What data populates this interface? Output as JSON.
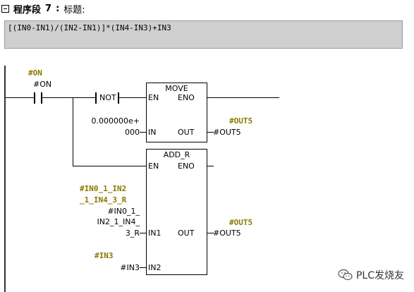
{
  "header": {
    "label": "程序段",
    "number": "7",
    "colon": ":",
    "title": "标题:"
  },
  "comment": {
    "text": "[(IN0-IN1)/(IN2-IN1)]*(IN4-IN3)+IN3"
  },
  "contact": {
    "symbol": "#ON",
    "address": "#ON"
  },
  "not_label": "NOT",
  "move": {
    "title": "MOVE",
    "en": "EN",
    "eno": "ENO",
    "in": "IN",
    "out": "OUT",
    "in_value_line1": "0.000000e+",
    "in_value_line2": "000",
    "out_symbol": "#OUT5",
    "out_address": "#OUT5"
  },
  "add": {
    "title": "ADD_R",
    "en": "EN",
    "eno": "ENO",
    "in1": "IN1",
    "in2": "IN2",
    "out": "OUT",
    "in1_symbol_line1": "#IN0_1_IN2",
    "in1_symbol_line2": "_1_IN4_3_R",
    "in1_addr_line1": "#IN0_1_",
    "in1_addr_line2": "IN2_1_IN4_",
    "in1_addr_line3": "3_R",
    "in2_symbol": "#IN3",
    "in2_address": "#IN3",
    "out_symbol": "#OUT5",
    "out_address": "#OUT5"
  },
  "watermark": {
    "text": "PLC发烧友",
    "icon": "wechat-icon"
  }
}
